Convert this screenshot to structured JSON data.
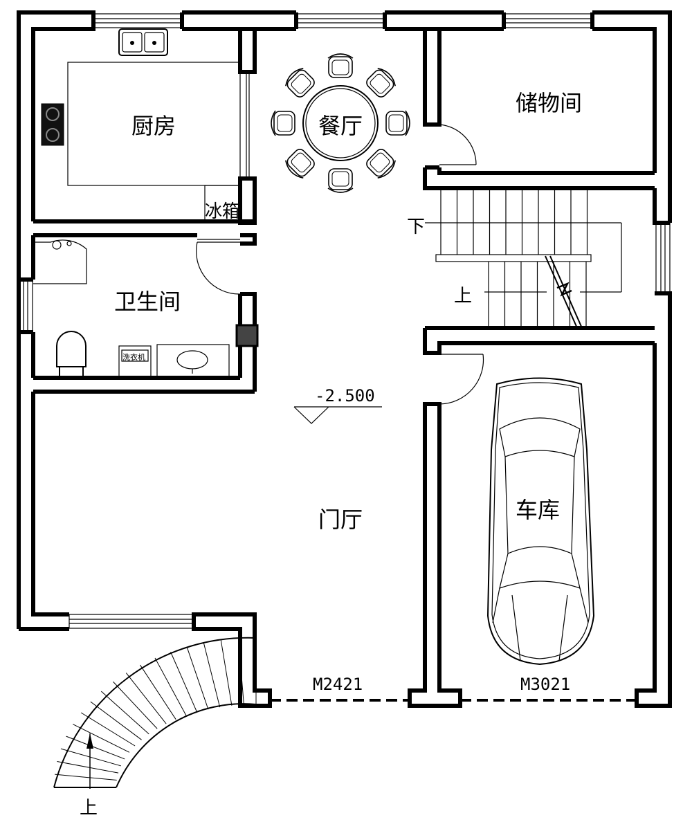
{
  "rooms": {
    "kitchen": "厨房",
    "dining": "餐厅",
    "storage": "储物间",
    "bathroom": "卫生间",
    "foyer": "门厅",
    "garage": "车库"
  },
  "fixtures": {
    "fridge": "冰箱",
    "washer": "洗衣机"
  },
  "stairs": {
    "down": "下",
    "up": "上",
    "outdoor_up": "上"
  },
  "elevation": "-2.500",
  "doors": {
    "main": "M2421",
    "garage": "M3021"
  }
}
